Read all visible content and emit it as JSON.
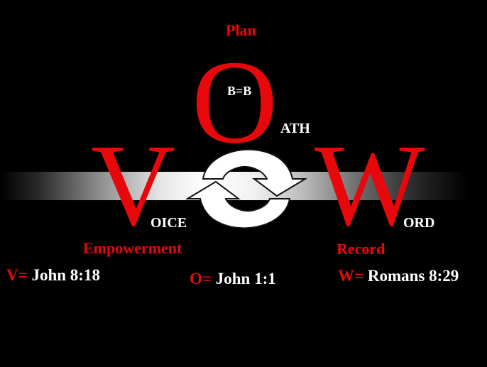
{
  "diagram": {
    "plan_label": "Plan",
    "big_o": "O",
    "b_equals_b": "B=B",
    "oath_rest": "ATH",
    "big_v": "V",
    "oice_rest": "OICE",
    "big_w": "W",
    "ord_rest": "ORD",
    "empowerment_label": "Empowerment",
    "record_label": "Record",
    "v_prefix": "V=",
    "v_ref": "John 8:18",
    "o_prefix": "O=",
    "o_ref": "John 1:1",
    "w_prefix": "W=",
    "w_ref": "Romans 8:29"
  },
  "colors": {
    "background": "#000000",
    "accent_red": "#e8080b",
    "text_white": "#ffffff"
  },
  "icons": {
    "center": "cycle-arrows-icon"
  }
}
